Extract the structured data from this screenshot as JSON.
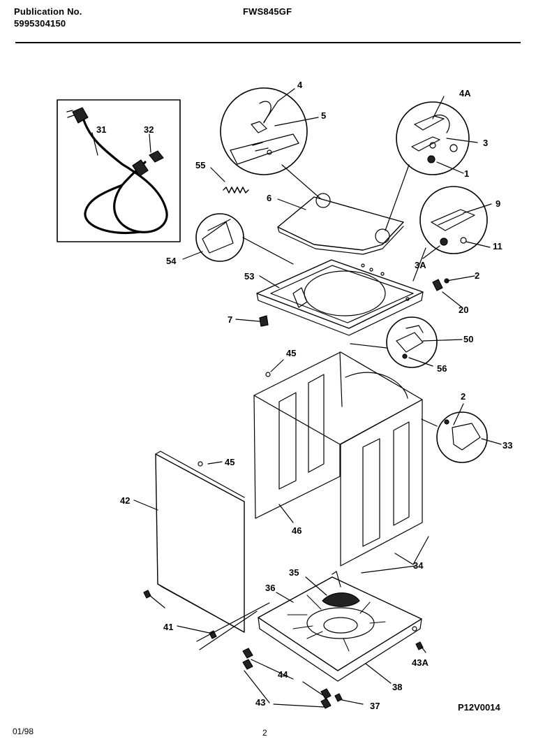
{
  "header": {
    "pub_label": "Publication No.",
    "pub_number": "5995304150",
    "model": "FWS845GF"
  },
  "footer": {
    "date": "01/98",
    "page": "2",
    "diagram_code": "P12V0014"
  },
  "callouts": {
    "c4": "4",
    "c5": "5",
    "c4A": "4A",
    "c3": "3",
    "c1": "1",
    "c31": "31",
    "c32": "32",
    "c55": "55",
    "c6": "6",
    "c9": "9",
    "c11": "11",
    "c3A": "3A",
    "c54": "54",
    "c53": "53",
    "c2a": "2",
    "c20": "20",
    "c7": "7",
    "c50": "50",
    "c45a": "45",
    "c56": "56",
    "c2b": "2",
    "c33": "33",
    "c45b": "45",
    "c42": "42",
    "c46": "46",
    "c34": "34",
    "c35": "35",
    "c36": "36",
    "c41": "41",
    "c43A": "43A",
    "c44": "44",
    "c38": "38",
    "c43": "43",
    "c37": "37"
  }
}
